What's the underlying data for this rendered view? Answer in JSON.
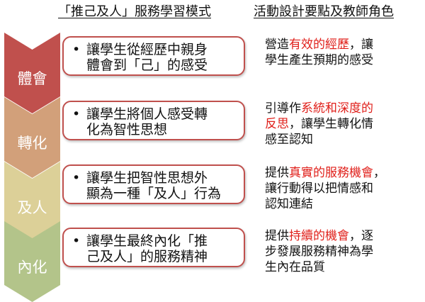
{
  "headers": {
    "left": "「推己及人」服務學習模式",
    "right": "活動設計要點及教師角色"
  },
  "stages": [
    {
      "label": "體會",
      "color": "#c0504d",
      "bullet": "•",
      "desc_line1": "讓學生從經歷中親身",
      "desc_line2": "體會到「己」的感受",
      "role": {
        "line1_pre": "營造",
        "line1_hl": "有效的經歷",
        "line1_post": "，讓",
        "line2": "學生產生預期的感受",
        "line3": ""
      }
    },
    {
      "label": "轉化",
      "color": "#d2a07a",
      "bullet": "•",
      "desc_line1": "讓學生將個人感受轉",
      "desc_line2": "化為智性思想",
      "role": {
        "line1_pre": "引導作",
        "line1_hl": "系統和深度的",
        "line1_post": "",
        "line2_hl": "反思",
        "line2_post": "，讓學生轉化情",
        "line3": "感至認知"
      }
    },
    {
      "label": "及人",
      "color": "#dcd098",
      "bullet": "•",
      "desc_line1": "讓學生把智性思想外",
      "desc_line2": "顯為一種「及人」行為",
      "role": {
        "line1_pre": "提供",
        "line1_hl": "真實的服務機會",
        "line1_post": "，",
        "line2": "讓行動得以把情感和",
        "line3": "認知連結"
      }
    },
    {
      "label": "內化",
      "color": "#b3c48a",
      "bullet": "•",
      "desc_line1": "讓學生最終內化「推",
      "desc_line2": "己及人」的服務精神",
      "role": {
        "line1_pre": "提供",
        "line1_hl": "持續的機會",
        "line1_post": "，逐",
        "line2": "步發展服務精神為學",
        "line3": "生內在品質"
      }
    }
  ],
  "colors": {
    "box_border": "#c0504d",
    "highlight": "#e0201b"
  }
}
